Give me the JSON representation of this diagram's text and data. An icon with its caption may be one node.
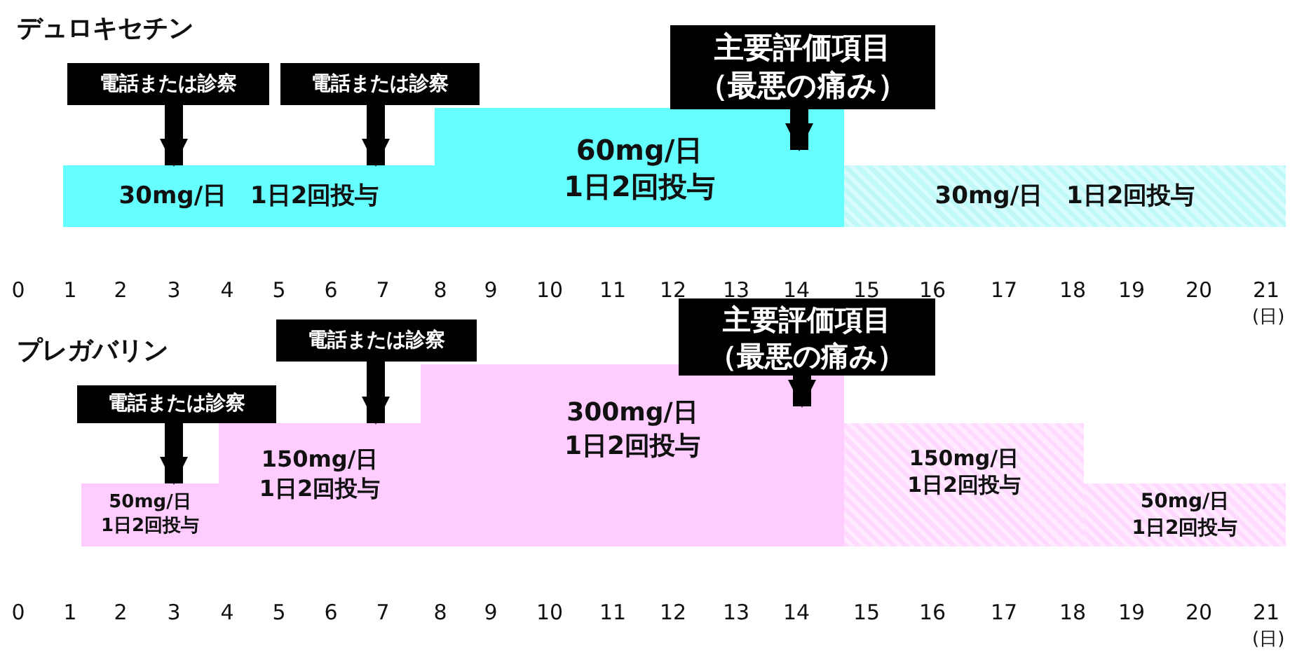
{
  "diagram": {
    "nodes": [
      {
        "text": [
          "主要評価項目",
          "（最悪の痛み）"
        ]
      },
      {
        "text": [
          "電話または診察"
        ]
      },
      {
        "text": [
          "電話または診察"
        ]
      },
      {
        "text": [
          "30mg/日　1日2回投与"
        ]
      },
      {
        "text": [
          "60mg/日",
          "1日2回投与"
        ]
      },
      {
        "text": [
          "30mg/日　1日2回投与"
        ]
      },
      {
        "text": [
          "電話または診察"
        ]
      },
      {
        "text": [
          "主要評価項目",
          "（最悪の痛み）"
        ]
      },
      {
        "text": [
          "電話または診察"
        ]
      },
      {
        "text": [
          "50mg/日",
          "1日2回投与"
        ]
      },
      {
        "text": [
          "150mg/日",
          "1日2回投与"
        ]
      },
      {
        "text": [
          "300mg/日",
          "1日2回投与"
        ]
      },
      {
        "text": [
          "150mg/日",
          "1日2回投与"
        ]
      },
      {
        "text": [
          "50mg/日",
          "1日2回投与"
        ]
      }
    ],
    "edges": [
      {
        "from": 1,
        "to": 3,
        "arrow": "to"
      },
      {
        "from": 2,
        "to": 3,
        "arrow": "to"
      },
      {
        "from": 0,
        "to": 4,
        "arrow": "to"
      },
      {
        "from": 6,
        "to": 10,
        "arrow": "to"
      },
      {
        "from": 7,
        "to": 11,
        "arrow": "to"
      },
      {
        "from": 8,
        "to": 9,
        "arrow": "to"
      }
    ],
    "labels": [
      "デュロキセチン",
      "0",
      "1",
      "2",
      "3",
      "4",
      "5",
      "6",
      "7",
      "8",
      "9",
      "10",
      "11",
      "12",
      "13",
      "14",
      "15",
      "16",
      "17",
      "18",
      "19",
      "20",
      "21",
      "(日)",
      "プレガバリン",
      "0",
      "1",
      "2",
      "3",
      "4",
      "5",
      "6",
      "7",
      "8",
      "9",
      "10",
      "11",
      "12",
      "13",
      "14",
      "15",
      "16",
      "17",
      "18",
      "19",
      "20",
      "21",
      "(日)"
    ]
  }
}
